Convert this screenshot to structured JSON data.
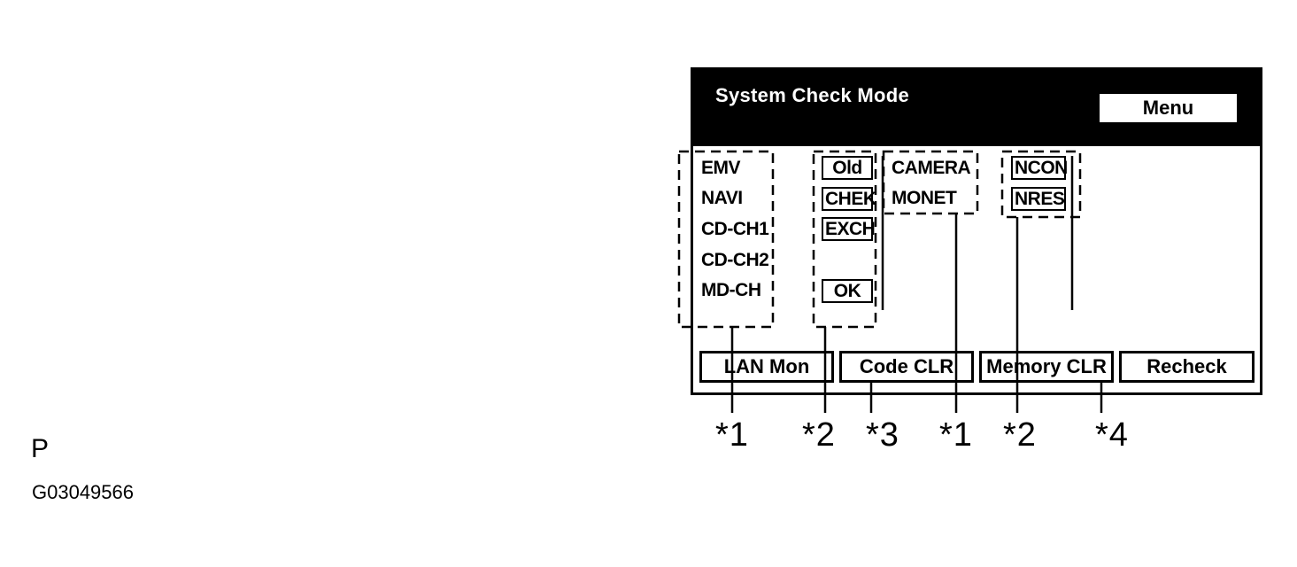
{
  "screen": {
    "title": "System Check Mode",
    "menu_button": "Menu"
  },
  "devices_left": [
    "EMV",
    "NAVI",
    "CD-CH1",
    "CD-CH2",
    "MD-CH"
  ],
  "status_left": [
    "Old",
    "CHEK",
    "EXCH",
    "OK"
  ],
  "devices_right": [
    "CAMERA",
    "MONET"
  ],
  "status_right": [
    "NCON",
    "NRES"
  ],
  "bottom_buttons": [
    "LAN Mon",
    "Code CLR",
    "Memory CLR",
    "Recheck"
  ],
  "callouts": [
    "*1",
    "*2",
    "*3",
    "*1",
    "*2",
    "*4"
  ],
  "page_letter": "P",
  "figure_id": "G03049566"
}
